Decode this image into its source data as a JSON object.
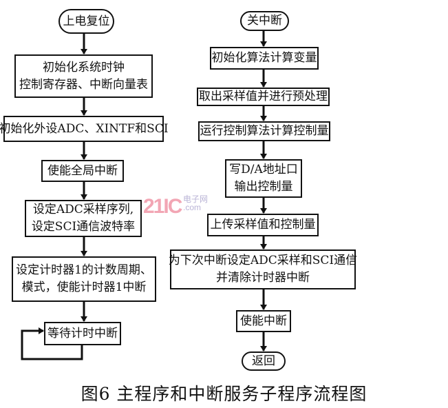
{
  "main_flow": {
    "start": "上电复位",
    "steps": [
      [
        "初始化系统时钟",
        "控制寄存器、中断向量表"
      ],
      [
        "初始化外设ADC、XINTF和SCI"
      ],
      [
        "使能全局中断"
      ],
      [
        "设定ADC采样序列,",
        "设定SCI通信波特率"
      ],
      [
        "设定计时器1的计数周期、",
        "模式，使能计时器1中断"
      ],
      [
        "等待计时中断"
      ]
    ]
  },
  "isr_flow": {
    "start": "关中断",
    "steps": [
      [
        "初始化算法计算变量"
      ],
      [
        "取出采样值并进行预处理"
      ],
      [
        "运行控制算法计算控制量"
      ],
      [
        "写D/A地址口",
        "输出控制量"
      ],
      [
        "上传采样值和控制量"
      ],
      [
        "为下次中断设定ADC采样和SCI通信",
        "并清除计时器中断"
      ],
      [
        "使能中断"
      ]
    ],
    "end": "返回"
  },
  "watermark": {
    "brand": "21IC",
    "cn": "电子网",
    "domain": ".com"
  },
  "caption": "图6  主程序和中断服务子程序流程图"
}
